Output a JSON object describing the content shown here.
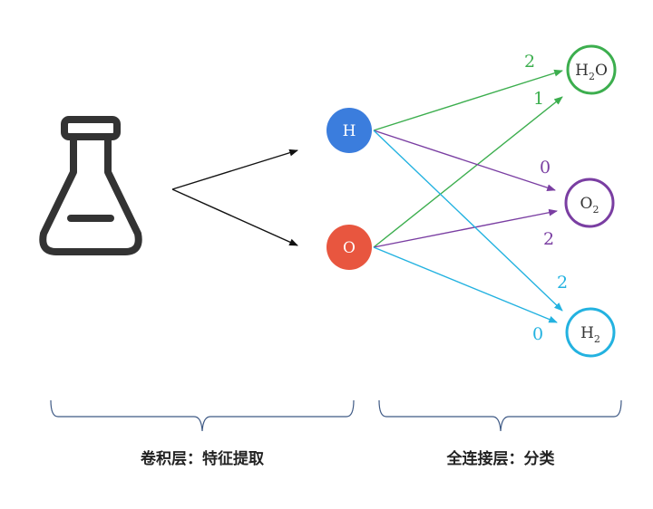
{
  "nodes": {
    "h": {
      "label": "H",
      "color": "#3b7ddd"
    },
    "o": {
      "label": "O",
      "color": "#e8563f"
    },
    "h2o": {
      "label_main": "H",
      "label_sub": "2",
      "label_tail": "O",
      "color": "#3cae4e"
    },
    "o2": {
      "label_main": "O",
      "label_sub": "2",
      "color": "#7a3ea2"
    },
    "h2": {
      "label_main": "H",
      "label_sub": "2",
      "color": "#23b2e0"
    }
  },
  "weights": {
    "h_to_h2o": "2",
    "o_to_h2o": "1",
    "h_to_o2": "0",
    "o_to_o2": "2",
    "h_to_h2": "2",
    "o_to_h2": "0"
  },
  "sections": {
    "conv": "卷积层：特征提取",
    "fc": "全连接层：分类"
  },
  "colors": {
    "bracket": "#3f5a85",
    "flask": "#333333",
    "fan_arrows": "#111111"
  }
}
